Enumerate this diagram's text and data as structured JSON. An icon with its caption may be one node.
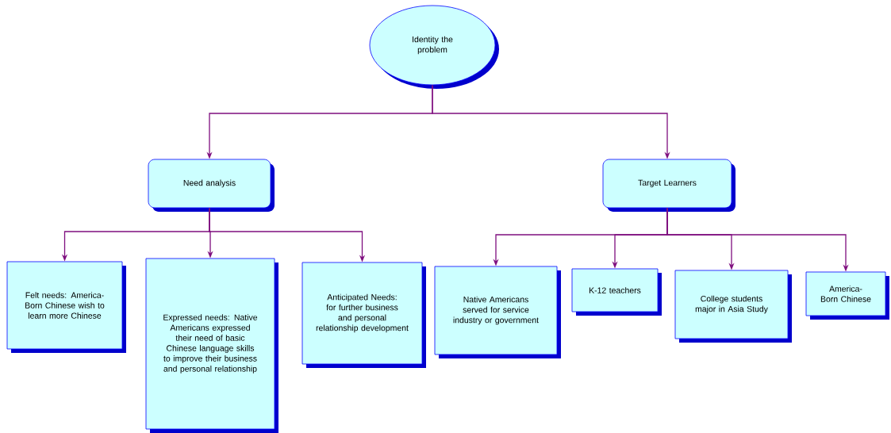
{
  "diagram": {
    "nodes": [
      {
        "text": [
          "Identity the problem"
        ]
      },
      {
        "text": [
          "Need analysis"
        ]
      },
      {
        "text": [
          "Target Learners"
        ]
      },
      {
        "text": [
          "Felt needs: America-Born Chinese wish to learn more Chinese"
        ]
      },
      {
        "text": [
          "Expressed needs: Native Americans expressed their need of basic Chinese language skills to improve their business and personal relationship"
        ]
      },
      {
        "text": [
          "Anticipated Needs: for further business and personal relationship development"
        ]
      },
      {
        "text": [
          "Native Americans served for service industry or government"
        ]
      },
      {
        "text": [
          "K-12 teachers"
        ]
      },
      {
        "text": [
          "College students major in Asia Study"
        ]
      },
      {
        "text": [
          "America-Born Chinese"
        ]
      }
    ],
    "edges": [
      {
        "from": 0,
        "to": 1,
        "arrow": "to"
      },
      {
        "from": 0,
        "to": 2,
        "arrow": "to"
      },
      {
        "from": 1,
        "to": 3,
        "arrow": "to"
      },
      {
        "from": 1,
        "to": 4,
        "arrow": "to"
      },
      {
        "from": 1,
        "to": 5,
        "arrow": "to"
      },
      {
        "from": 2,
        "to": 6,
        "arrow": "to"
      },
      {
        "from": 2,
        "to": 7,
        "arrow": "to"
      },
      {
        "from": 2,
        "to": 8,
        "arrow": "to"
      },
      {
        "from": 2,
        "to": 9,
        "arrow": "to"
      }
    ]
  }
}
